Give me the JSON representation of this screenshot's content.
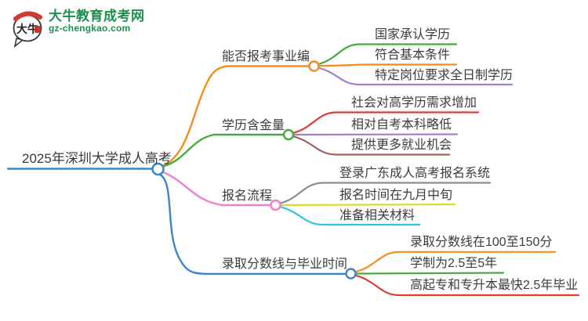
{
  "logo": {
    "icon": "daniu-speech-bubble-logo",
    "icon_text": "大牛",
    "title": "大牛教育成考网",
    "tagline": "gz-chengkao.com",
    "brand_color": "#1e8f4e",
    "accent_red": "#d43a2f"
  },
  "palette": {
    "blue": "#3E86C6",
    "orange": "#F68B1F",
    "green": "#45AC3A",
    "pink": "#F07ECE",
    "red": "#E23A31",
    "purple": "#A07FD2",
    "brown": "#9C675C",
    "gray": "#8C8C8C",
    "yellow": "#D8DA35",
    "cyan": "#2FC5D8",
    "text": "#3c3c3c"
  },
  "mindmap": {
    "root": {
      "label": "2025年深圳大学成人高考",
      "color": "#3E86C6"
    },
    "branches": [
      {
        "label": "能否报考事业编",
        "color": "#F68B1F",
        "children": [
          {
            "label": "国家承认学历",
            "color": "#45AC3A"
          },
          {
            "label": "符合基本条件",
            "color": "#F68B1F"
          },
          {
            "label": "特定岗位要求全日制学历",
            "color": "#A07FD2"
          }
        ]
      },
      {
        "label": "学历含金量",
        "color": "#45AC3A",
        "children": [
          {
            "label": "社会对高学历需求增加",
            "color": "#E23A31"
          },
          {
            "label": "相对自考本科略低",
            "color": "#A07FD2"
          },
          {
            "label": "提供更多就业机会",
            "color": "#9C675C"
          }
        ]
      },
      {
        "label": "报名流程",
        "color": "#F07ECE",
        "children": [
          {
            "label": "登录广东成人高考报名系统",
            "color": "#8C8C8C"
          },
          {
            "label": "报名时间在九月中旬",
            "color": "#D8DA35"
          },
          {
            "label": "准备相关材料",
            "color": "#2FC5D8"
          }
        ]
      },
      {
        "label": "录取分数线与毕业时间",
        "color": "#3E86C6",
        "children": [
          {
            "label": "录取分数线在100至150分",
            "color": "#F68B1F"
          },
          {
            "label": "学制为2.5至5年",
            "color": "#45AC3A"
          },
          {
            "label": "高起专和专升本最快2.5年毕业",
            "color": "#E23A31"
          }
        ]
      }
    ]
  }
}
